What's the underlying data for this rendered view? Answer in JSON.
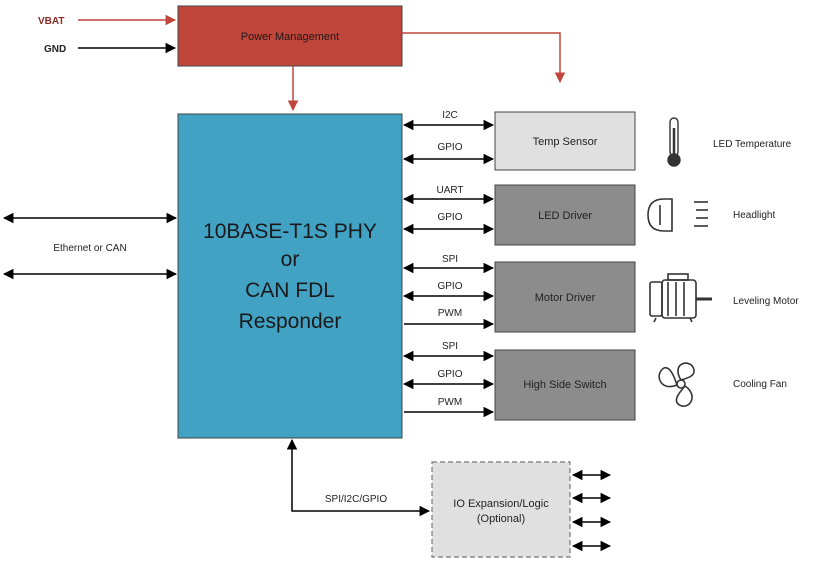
{
  "colors": {
    "power": "#c0453a",
    "main": "#41a2c4",
    "temp_sensor": "#e0e0e0",
    "driver": "#8c8c8c",
    "io_expansion": "#e0e0e0",
    "red_arrow": "#c0453a",
    "black": "#000000"
  },
  "inputs": {
    "vbat": "VBAT",
    "gnd": "GND"
  },
  "power_box": {
    "label": "Power Management"
  },
  "main_box": {
    "line1": "10BASE-T1S PHY",
    "line2": "or",
    "line3": "CAN FDL",
    "line4": "Responder"
  },
  "network_label": "Ethernet or CAN",
  "peripherals": {
    "temp_sensor": {
      "label": "Temp Sensor",
      "buses": [
        "I2C",
        "GPIO"
      ],
      "device": "LED Temperature",
      "icon": "thermometer-icon"
    },
    "led_driver": {
      "label": "LED Driver",
      "buses": [
        "UART",
        "GPIO"
      ],
      "device": "Headlight",
      "icon": "headlight-icon"
    },
    "motor_driver": {
      "label": "Motor Driver",
      "buses": [
        "SPI",
        "GPIO",
        "PWM"
      ],
      "device": "Leveling Motor",
      "icon": "motor-icon"
    },
    "high_side_switch": {
      "label": "High Side Switch",
      "buses": [
        "SPI",
        "GPIO",
        "PWM"
      ],
      "device": "Cooling Fan",
      "icon": "fan-icon"
    }
  },
  "io_expansion": {
    "line1": "IO Expansion/Logic",
    "line2": "(Optional)",
    "bus": "SPI/I2C/GPIO"
  }
}
